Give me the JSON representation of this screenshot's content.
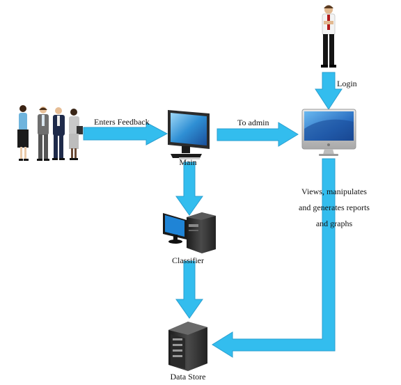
{
  "diagram": {
    "labels": {
      "enters_feedback": "Enters Feedback",
      "to_admin": "To admin",
      "login": "Login",
      "main": "Main",
      "classifier": "Classifier",
      "data_store": "Data Store",
      "views_line1": "Views, manipulates",
      "views_line2": "and generates reports",
      "views_line3": "and graphs"
    },
    "colors": {
      "arrow": "#33bdee",
      "arrow_outline": "#2a9fd0"
    }
  }
}
